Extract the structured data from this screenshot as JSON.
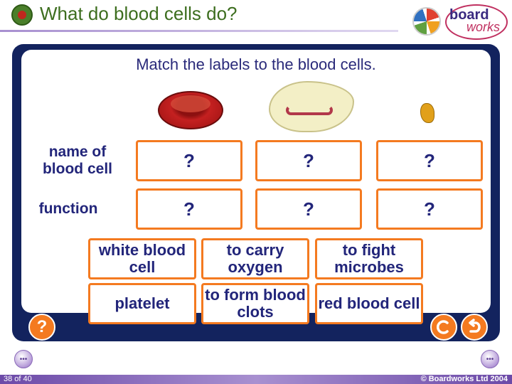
{
  "header": {
    "title": "What do blood cells do?",
    "logo_line1": "board",
    "logo_line2": "works"
  },
  "activity": {
    "instruction": "Match the labels to the blood cells.",
    "row_labels": {
      "name": "name of blood cell",
      "function": "function"
    },
    "name_slots": [
      "?",
      "?",
      "?"
    ],
    "function_slots": [
      "?",
      "?",
      "?"
    ],
    "draggable_labels": [
      "white blood cell",
      "to carry oxygen",
      "to fight microbes",
      "platelet",
      "to form blood clots",
      "red blood cell"
    ],
    "cell_images": [
      "red-blood-cell",
      "white-blood-cell",
      "platelet"
    ]
  },
  "controls": {
    "help_label": "?",
    "clear_icon": "clear-icon",
    "undo_icon": "undo-icon",
    "accent_color": "#f47a20",
    "panel_color": "#13235e"
  },
  "footer": {
    "slide_count": "38 of 40",
    "copyright": "© Boardworks Ltd 2004"
  }
}
